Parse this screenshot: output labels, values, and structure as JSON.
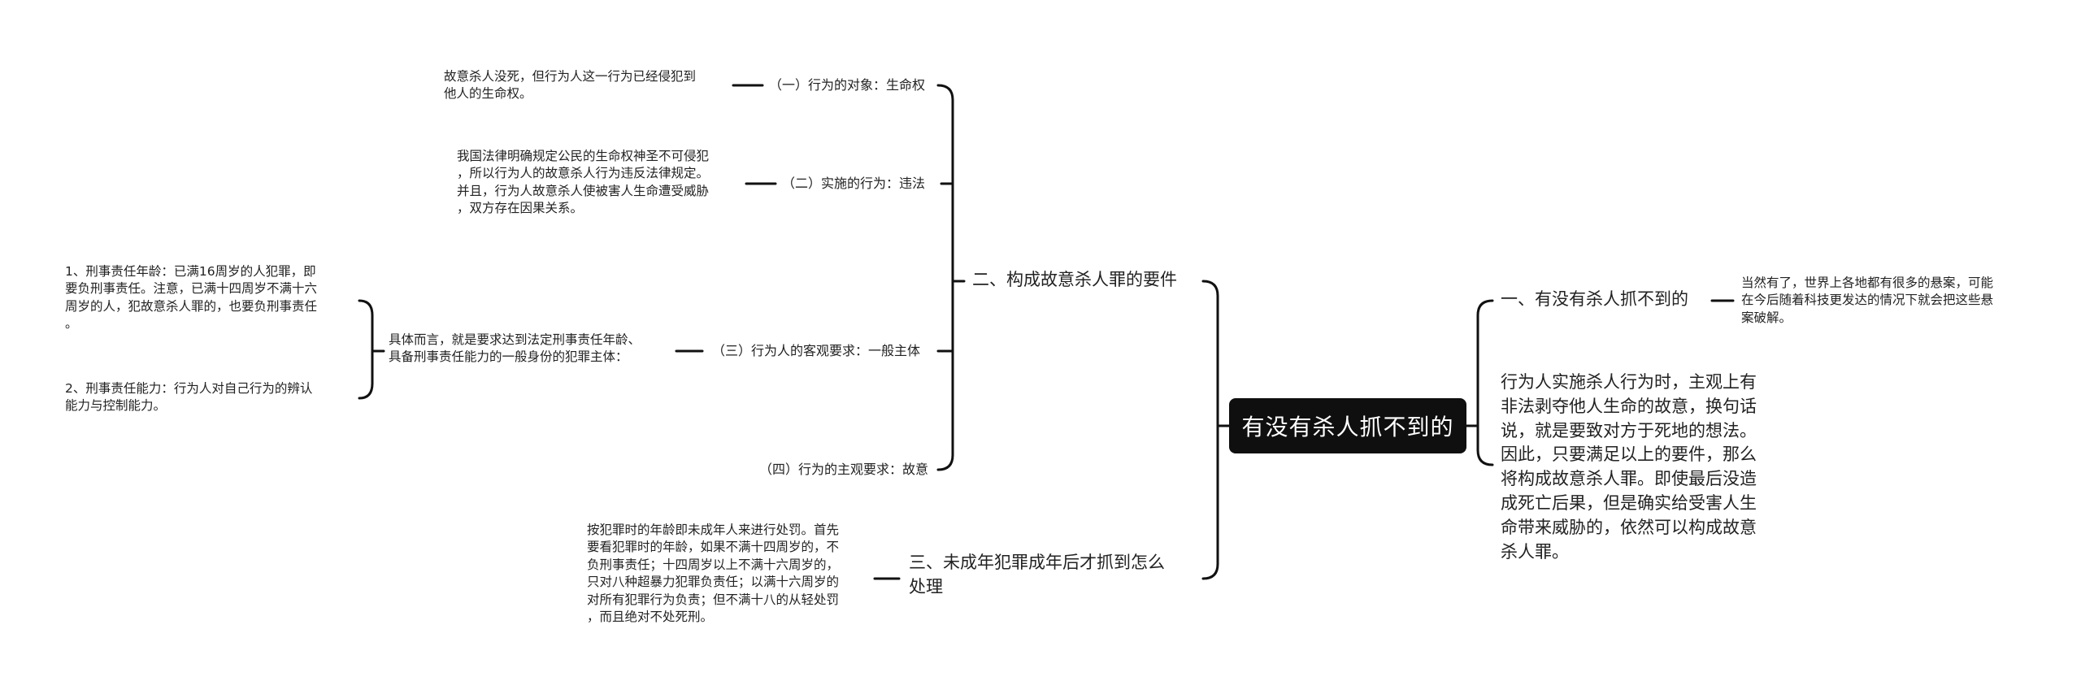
{
  "root": "有没有杀人抓不到的",
  "right": {
    "branch1": {
      "label": "一、有没有杀人抓不到的",
      "note": "当然有了，世界上各地都有很多的悬案，可能\n在今后随着科技更发达的情况下就会把这些悬\n案破解。"
    },
    "paragraph": "行为人实施杀人行为时，主观上有\n非法剥夺他人生命的故意，换句话\n说，就是要致对方于死地的想法。\n因此，只要满足以上的要件，那么\n将构成故意杀人罪。即使最后没造\n成死亡后果，但是确实给受害人生\n命带来威胁的，依然可以构成故意\n杀人罪。"
  },
  "left": {
    "branch2": {
      "label": "二、构成故意杀人罪的要件",
      "items": [
        {
          "label": "（一）行为的对象：生命权",
          "detail": "故意杀人没死，但行为人这一行为已经侵犯到\n他人的生命权。"
        },
        {
          "label": "（二）实施的行为：违法",
          "detail": "我国法律明确规定公民的生命权神圣不可侵犯\n，所以行为人的故意杀人行为违反法律规定。\n并且，行为人故意杀人使被害人生命遭受威胁\n，双方存在因果关系。"
        },
        {
          "label": "（三）行为人的客观要求：一般主体",
          "detail": "具体而言，就是要求达到法定刑事责任年龄、\n具备刑事责任能力的一般身份的犯罪主体：",
          "subs": [
            "1、刑事责任年龄：已满16周岁的人犯罪，即\n要负刑事责任。注意，已满十四周岁不满十六\n周岁的人，犯故意杀人罪的，也要负刑事责任\n。",
            "2、刑事责任能力：行为人对自己行为的辨认\n能力与控制能力。"
          ]
        },
        {
          "label": "（四）行为的主观要求：故意"
        }
      ]
    },
    "branch3": {
      "label": "三、未成年犯罪成年后才抓到怎么\n处理",
      "detail": "按犯罪时的年龄即未成年人来进行处罚。首先\n要看犯罪时的年龄，如果不满十四周岁的，不\n负刑事责任；十四周岁以上不满十六周岁的，\n只对八种超暴力犯罪负责任；以满十六周岁的\n对所有犯罪行为负责；但不满十八的从轻处罚\n，而且绝对不处死刑。"
    }
  }
}
